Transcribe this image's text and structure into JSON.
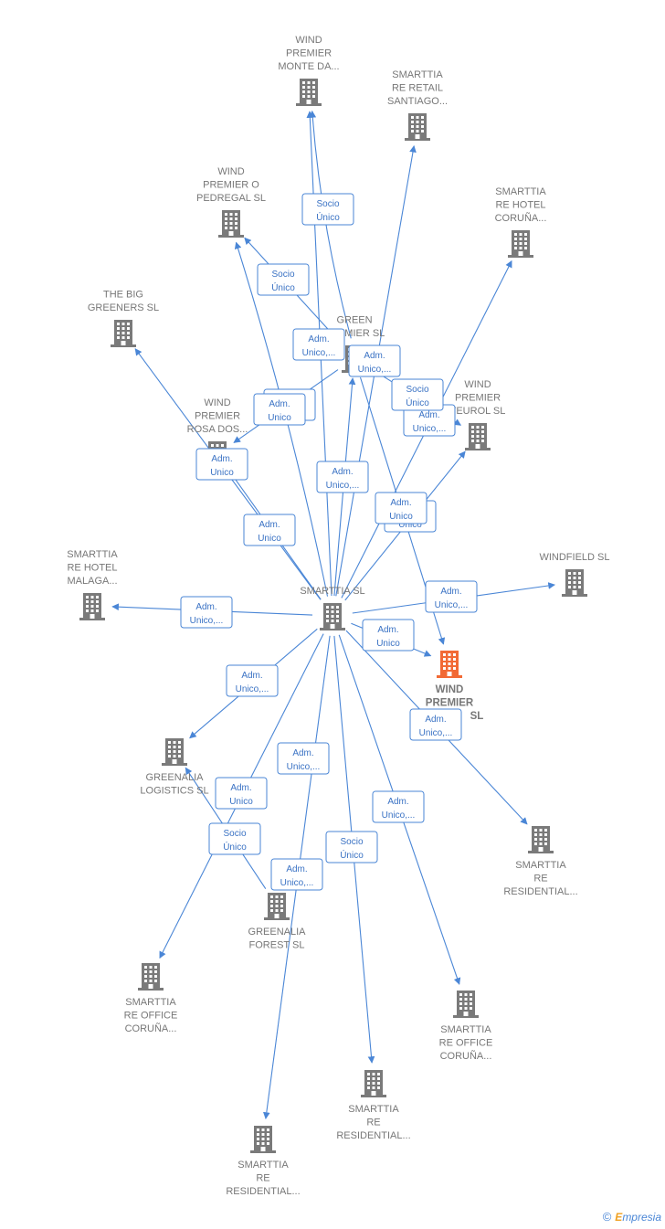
{
  "colors": {
    "edge": "#4a86d6",
    "node": "#7a7a7a",
    "highlight": "#f26a35",
    "label": "#777777"
  },
  "nodes": [
    {
      "id": "smarttia",
      "lines": [
        "SMARTTIA  SL"
      ],
      "icon": "building-icon"
    },
    {
      "id": "wind_premier",
      "lines": [
        "WIND",
        "PREMIER",
        "SL"
      ],
      "icon": "building-icon",
      "highlight": true
    },
    {
      "id": "monte_da",
      "lines": [
        "WIND",
        "PREMIER",
        "MONTE DA..."
      ],
      "icon": "building-icon"
    },
    {
      "id": "retail_santiago",
      "lines": [
        "SMARTTIA",
        "RE RETAIL",
        "SANTIAGO..."
      ],
      "icon": "building-icon"
    },
    {
      "id": "pedregal",
      "lines": [
        "WIND",
        "PREMIER O",
        "PEDREGAL  SL"
      ],
      "icon": "building-icon"
    },
    {
      "id": "hotel_coruna",
      "lines": [
        "SMARTTIA",
        "RE HOTEL",
        "CORUÑA..."
      ],
      "icon": "building-icon"
    },
    {
      "id": "big_greeners",
      "lines": [
        "THE BIG",
        "GREENERS  SL"
      ],
      "icon": "building-icon"
    },
    {
      "id": "green_premier",
      "lines": [
        "GREEN",
        "PREMIER  SL"
      ],
      "icon": "building-icon"
    },
    {
      "id": "teurol",
      "lines": [
        "WIND",
        "PREMIER",
        "TEUROL  SL"
      ],
      "icon": "building-icon"
    },
    {
      "id": "rosa_dos",
      "lines": [
        "WIND",
        "PREMIER",
        "ROSA DOS..."
      ],
      "icon": "building-icon"
    },
    {
      "id": "hotel_malaga",
      "lines": [
        "SMARTTIA",
        "RE HOTEL",
        "MALAGA..."
      ],
      "icon": "building-icon"
    },
    {
      "id": "windfield",
      "lines": [
        "WINDFIELD  SL"
      ],
      "icon": "building-icon"
    },
    {
      "id": "greenalia_logistics",
      "lines": [
        "GREENALIA",
        "LOGISTICS  SL"
      ],
      "icon": "building-icon"
    },
    {
      "id": "residential_right",
      "lines": [
        "SMARTTIA",
        "RE",
        "RESIDENTIAL..."
      ],
      "icon": "building-icon"
    },
    {
      "id": "greenalia_forest",
      "lines": [
        "GREENALIA",
        "FOREST  SL"
      ],
      "icon": "building-icon"
    },
    {
      "id": "office_coruna_left",
      "lines": [
        "SMARTTIA",
        "RE OFFICE",
        "CORUÑA..."
      ],
      "icon": "building-icon"
    },
    {
      "id": "office_coruna_right",
      "lines": [
        "SMARTTIA",
        "RE OFFICE",
        "CORUÑA..."
      ],
      "icon": "building-icon"
    },
    {
      "id": "residential_mid",
      "lines": [
        "SMARTTIA",
        "RE",
        "RESIDENTIAL..."
      ],
      "icon": "building-icon"
    },
    {
      "id": "residential_bottom",
      "lines": [
        "SMARTTIA",
        "RE",
        "RESIDENTIAL..."
      ],
      "icon": "building-icon"
    }
  ],
  "edges": [
    {
      "from": "smarttia",
      "to": "monte_da",
      "label": [
        "Socio",
        "Único"
      ]
    },
    {
      "from": "green_premier",
      "to": "monte_da",
      "label": []
    },
    {
      "from": "smarttia",
      "to": "retail_santiago",
      "label": []
    },
    {
      "from": "smarttia",
      "to": "pedregal",
      "label": []
    },
    {
      "from": "green_premier",
      "to": "pedregal",
      "label": [
        "Socio",
        "Único"
      ]
    },
    {
      "from": "smarttia",
      "to": "green_premier",
      "label": [
        "Adm.",
        "Unico,..."
      ]
    },
    {
      "from": "green_premier",
      "to": "wind_premier",
      "label": [
        "Adm.",
        "Unico,..."
      ]
    },
    {
      "from": "smarttia",
      "to": "hotel_coruna",
      "label": [
        "Socio",
        "Único"
      ]
    },
    {
      "from": "green_premier",
      "to": "teurol",
      "label": [
        "Adm.",
        "Unico,..."
      ]
    },
    {
      "from": "smarttia",
      "to": "big_greeners",
      "label": [
        "Adm.",
        "Unico"
      ]
    },
    {
      "from": "green_premier",
      "to": "rosa_dos",
      "label": [
        "Adm.",
        "Unico"
      ]
    },
    {
      "from": "smarttia",
      "to": "rosa_dos",
      "label": [
        "Adm.",
        "Unico"
      ]
    },
    {
      "from": "smarttia",
      "to": "teurol",
      "label": [
        "Adm.",
        "Unico"
      ]
    },
    {
      "from": "smarttia",
      "to": "hotel_malaga",
      "label": [
        "Adm.",
        "Unico,..."
      ]
    },
    {
      "from": "smarttia",
      "to": "windfield",
      "label": [
        "Adm.",
        "Unico,..."
      ]
    },
    {
      "from": "smarttia",
      "to": "wind_premier",
      "label": [
        "Adm.",
        "Unico"
      ]
    },
    {
      "from": "smarttia",
      "to": "greenalia_logistics",
      "label": [
        "Adm.",
        "Unico,..."
      ]
    },
    {
      "from": "smarttia",
      "to": "residential_right",
      "label": [
        "Adm.",
        "Unico,..."
      ]
    },
    {
      "from": "greenalia_forest",
      "to": "greenalia_logistics",
      "label": [
        "Socio",
        "Único"
      ]
    },
    {
      "from": "smarttia",
      "to": "office_coruna_left",
      "label": []
    },
    {
      "from": "smarttia",
      "to": "office_coruna_right",
      "label": [
        "Adm.",
        "Unico,..."
      ]
    },
    {
      "from": "smarttia",
      "to": "residential_mid",
      "label": [
        "Socio",
        "Único"
      ]
    },
    {
      "from": "smarttia",
      "to": "residential_bottom",
      "label": [
        "Adm.",
        "Unico,..."
      ]
    }
  ],
  "footer": {
    "copyright": "©",
    "brand_initial": "E",
    "brand_rest": "mpresia"
  }
}
